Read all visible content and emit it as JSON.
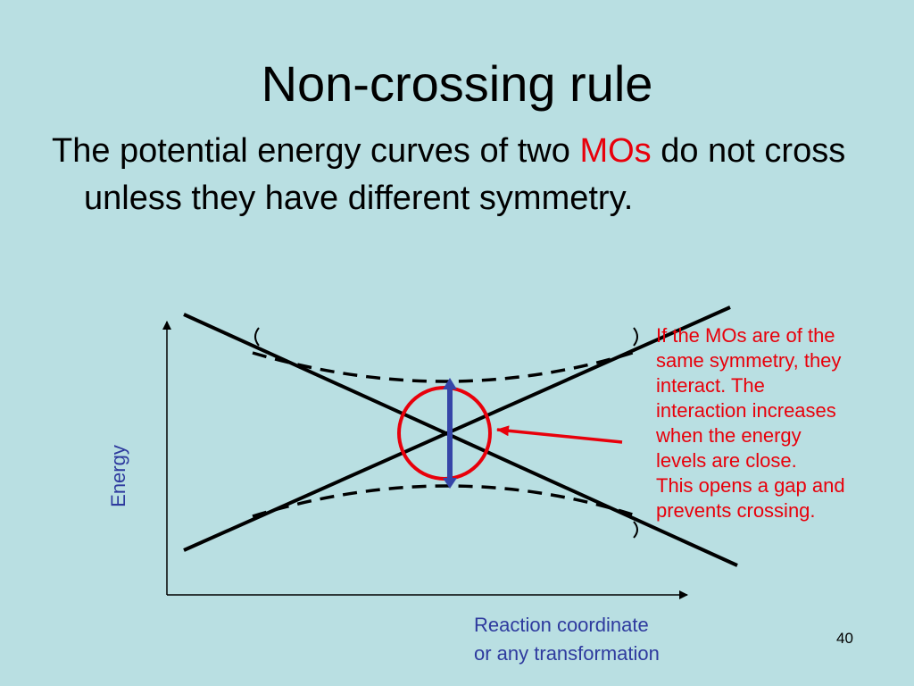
{
  "slide": {
    "title": "Non-crossing rule",
    "bullet_pre": "The potential energy curves of two ",
    "bullet_highlight": "MOs",
    "bullet_post": " do not cross unless they have different symmetry.",
    "page_number": "40"
  },
  "diagram": {
    "y_axis_label": "Energy",
    "x_axis_label_line1": "Reaction coordinate",
    "x_axis_label_line2": "or any transformation",
    "annotation": [
      "If the MOs are of the",
      "same symmetry, they",
      "interact. The",
      "interaction increases",
      "when the energy",
      "levels are close.",
      "This opens a gap and",
      "prevents crossing."
    ]
  },
  "colors": {
    "background": "#b9dfe2",
    "highlight_red": "#e8000b",
    "label_blue": "#2e3a9e",
    "gap_arrow": "#3545a8"
  }
}
